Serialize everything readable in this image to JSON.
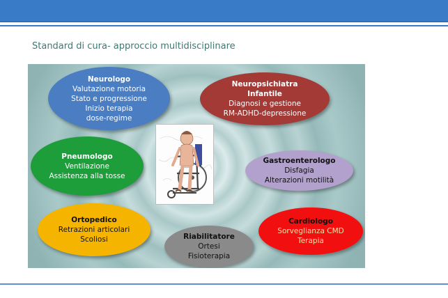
{
  "slide": {
    "subtitle": "Standard di cura- approccio multidisciplinare"
  },
  "specialists": {
    "neurologo": {
      "title": "Neurologo",
      "lines": [
        "Valutazione motoria",
        "Stato e progressione",
        "Inizio terapia",
        "dose-regime"
      ]
    },
    "neuropsichiatra": {
      "title_line1": "Neuropsichiatra",
      "title_line2": "Infantile",
      "lines": [
        "Diagnosi e gestione",
        "RM-ADHD-depressione"
      ]
    },
    "pneumologo": {
      "title": "Pneumologo",
      "lines": [
        "Ventilazione",
        "Assistenza alla tosse"
      ]
    },
    "gastroenterologo": {
      "title": "Gastroenterologo",
      "lines": [
        "Disfagia",
        "Alterazioni motilità"
      ]
    },
    "ortopedico": {
      "title": "Ortopedico",
      "lines": [
        "Retrazioni articolari",
        "Scoliosi"
      ]
    },
    "riabilitatore": {
      "title": "Riabilitatore",
      "lines": [
        "Ortesi",
        "Fisioterapia"
      ]
    },
    "cardiologo": {
      "title": "Cardiologo",
      "lines": [
        "Sorveglianza CMD",
        "Terapia"
      ]
    }
  },
  "colors": {
    "header": "#3a7bc8",
    "subtitle": "#3a7a74",
    "neurologo": "#4a7dc1",
    "neuropsichiatra": "#a33a36",
    "pneumologo": "#1d9e3a",
    "gastroenterologo": "#b2a1cc",
    "ortopedico": "#f4b400",
    "riabilitatore": "#8a8a8a",
    "cardiologo": "#f20f0f"
  },
  "center_image": {
    "icon": "child-wheelchair-icon"
  }
}
